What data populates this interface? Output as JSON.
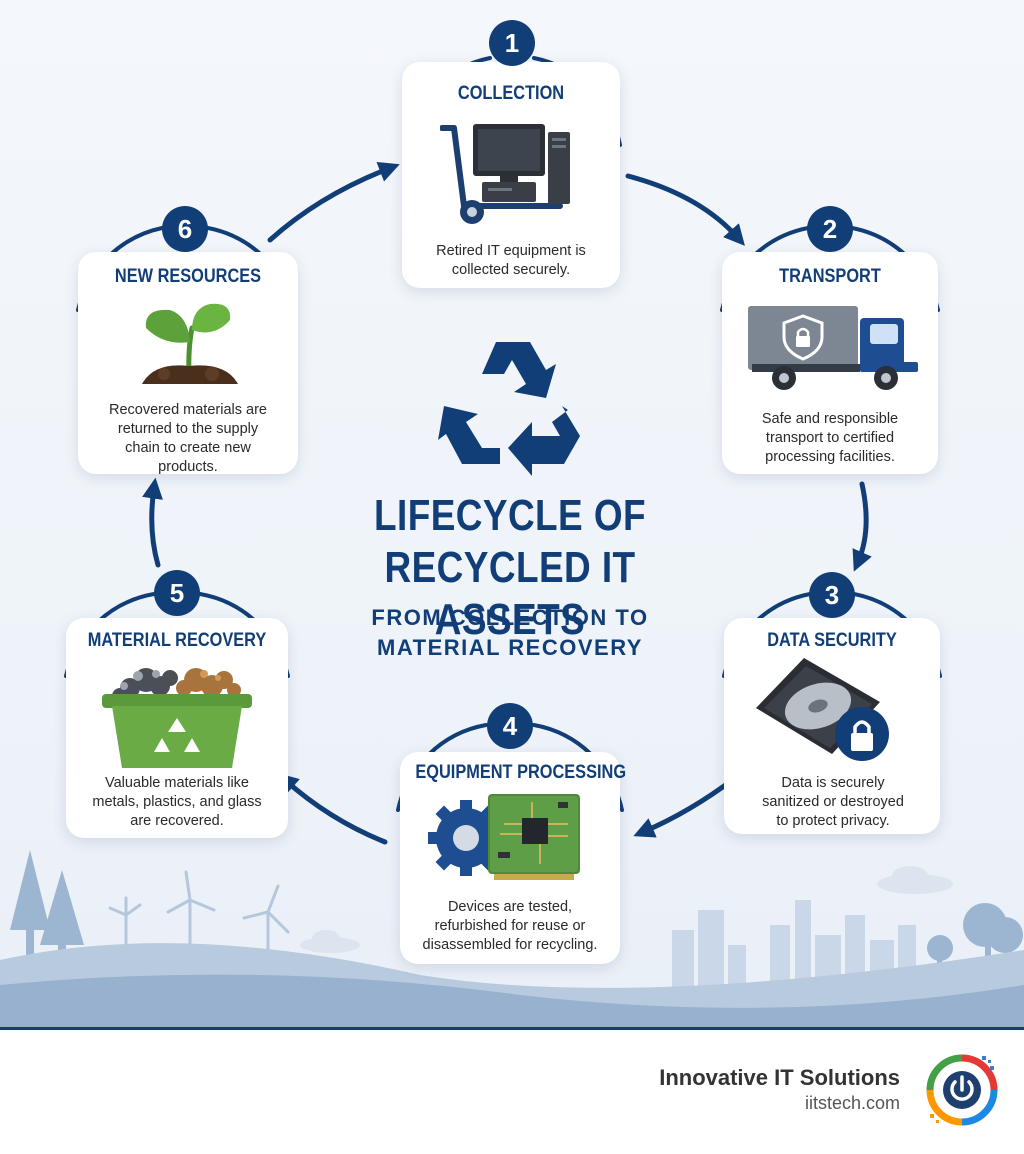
{
  "title": "LIFECYCLE OF RECYCLED IT ASSETS",
  "subtitle": "FROM COLLECTION TO MATERIAL RECOVERY",
  "colors": {
    "primary": "#123e78",
    "background": "#f1f5fa",
    "accent_green": "#5a9a3a"
  },
  "steps": [
    {
      "number": "1",
      "title": "COLLECTION",
      "description": "Retired IT equipment is collected securely.",
      "icon": "hand-truck-computer-icon"
    },
    {
      "number": "2",
      "title": "TRANSPORT",
      "description": "Safe and responsible transport to certified processing facilities.",
      "icon": "secure-truck-icon"
    },
    {
      "number": "3",
      "title": "DATA SECURITY",
      "description": "Data is securely sanitized or destroyed to protect privacy.",
      "icon": "hard-drive-lock-icon"
    },
    {
      "number": "4",
      "title": "EQUIPMENT PROCESSING",
      "description": "Devices are tested, refurbished for reuse or disassembled for recycling.",
      "icon": "gear-circuit-board-icon"
    },
    {
      "number": "5",
      "title": "MATERIAL RECOVERY",
      "description": "Valuable materials like metals, plastics, and glass are recovered.",
      "icon": "recycling-bin-icon"
    },
    {
      "number": "6",
      "title": "NEW RESOURCES",
      "description": "Recovered materials are returned to the supply chain to create new products.",
      "icon": "sprout-icon"
    }
  ],
  "footer": {
    "company": "Innovative IT Solutions",
    "website": "iitstech.com",
    "logo_icon": "power-button-logo-icon"
  }
}
